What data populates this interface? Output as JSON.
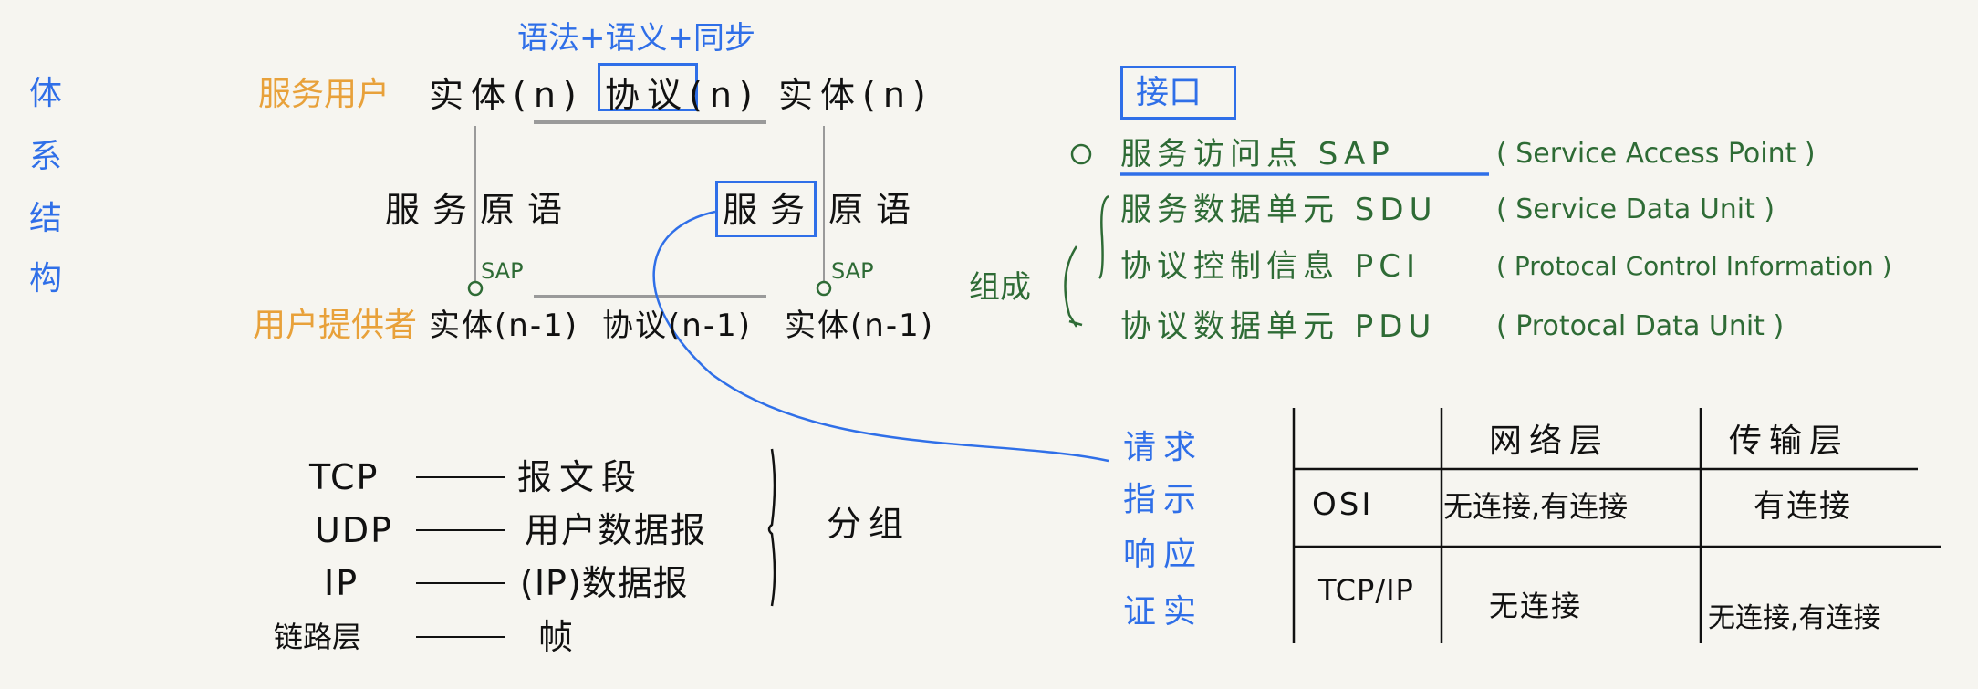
{
  "title_vertical": [
    "体",
    "系",
    "结",
    "构"
  ],
  "protocol_note": "语法+语义+同步",
  "layer_diagram": {
    "upper_label": "服务用户",
    "lower_label": "用户提供者",
    "entity_n_left": "实体(n)",
    "protocol_n": "协议(n)",
    "entity_n_right": "实体(n)",
    "primitive_left": "服务原语",
    "primitive_right_boxed": "服务",
    "primitive_right_rest": "原语",
    "sap_left": "SAP",
    "sap_right": "SAP",
    "entity_n1_left": "实体(n-1)",
    "protocol_n1": "协议(n-1)",
    "entity_n1_right": "实体(n-1)"
  },
  "interface": {
    "heading": "接口",
    "items": [
      {
        "zh": "服务访问点 SAP",
        "en": "( Service Access Point )"
      },
      {
        "zh": "服务数据单元 SDU",
        "en": "( Service Data Unit )"
      },
      {
        "zh": "协议控制信息 PCI",
        "en": "( Protocal Control Information )"
      },
      {
        "zh": "协议数据单元 PDU",
        "en": "( Protocal Data Unit )"
      }
    ],
    "composition_label": "组成"
  },
  "data_units": {
    "rows": [
      {
        "layer": "TCP",
        "unit": "报文段"
      },
      {
        "layer": "UDP",
        "unit": "用户数据报"
      },
      {
        "layer": "IP",
        "unit": "(IP)数据报"
      },
      {
        "layer": "链路层",
        "unit": "帧"
      }
    ],
    "group_label": "分组"
  },
  "primitives": [
    "请求",
    "指示",
    "响应",
    "证实"
  ],
  "table": {
    "headers": [
      "",
      "网络层",
      "传输层"
    ],
    "rows": [
      [
        "OSI",
        "无连接,有连接",
        "有连接"
      ],
      [
        "TCP/IP",
        "无连接",
        "无连接,有连接"
      ]
    ]
  },
  "colors": {
    "blue": "#2f6fe8",
    "green": "#2e6b35",
    "orange": "#e8a13a",
    "grey": "#9a9a9a"
  }
}
